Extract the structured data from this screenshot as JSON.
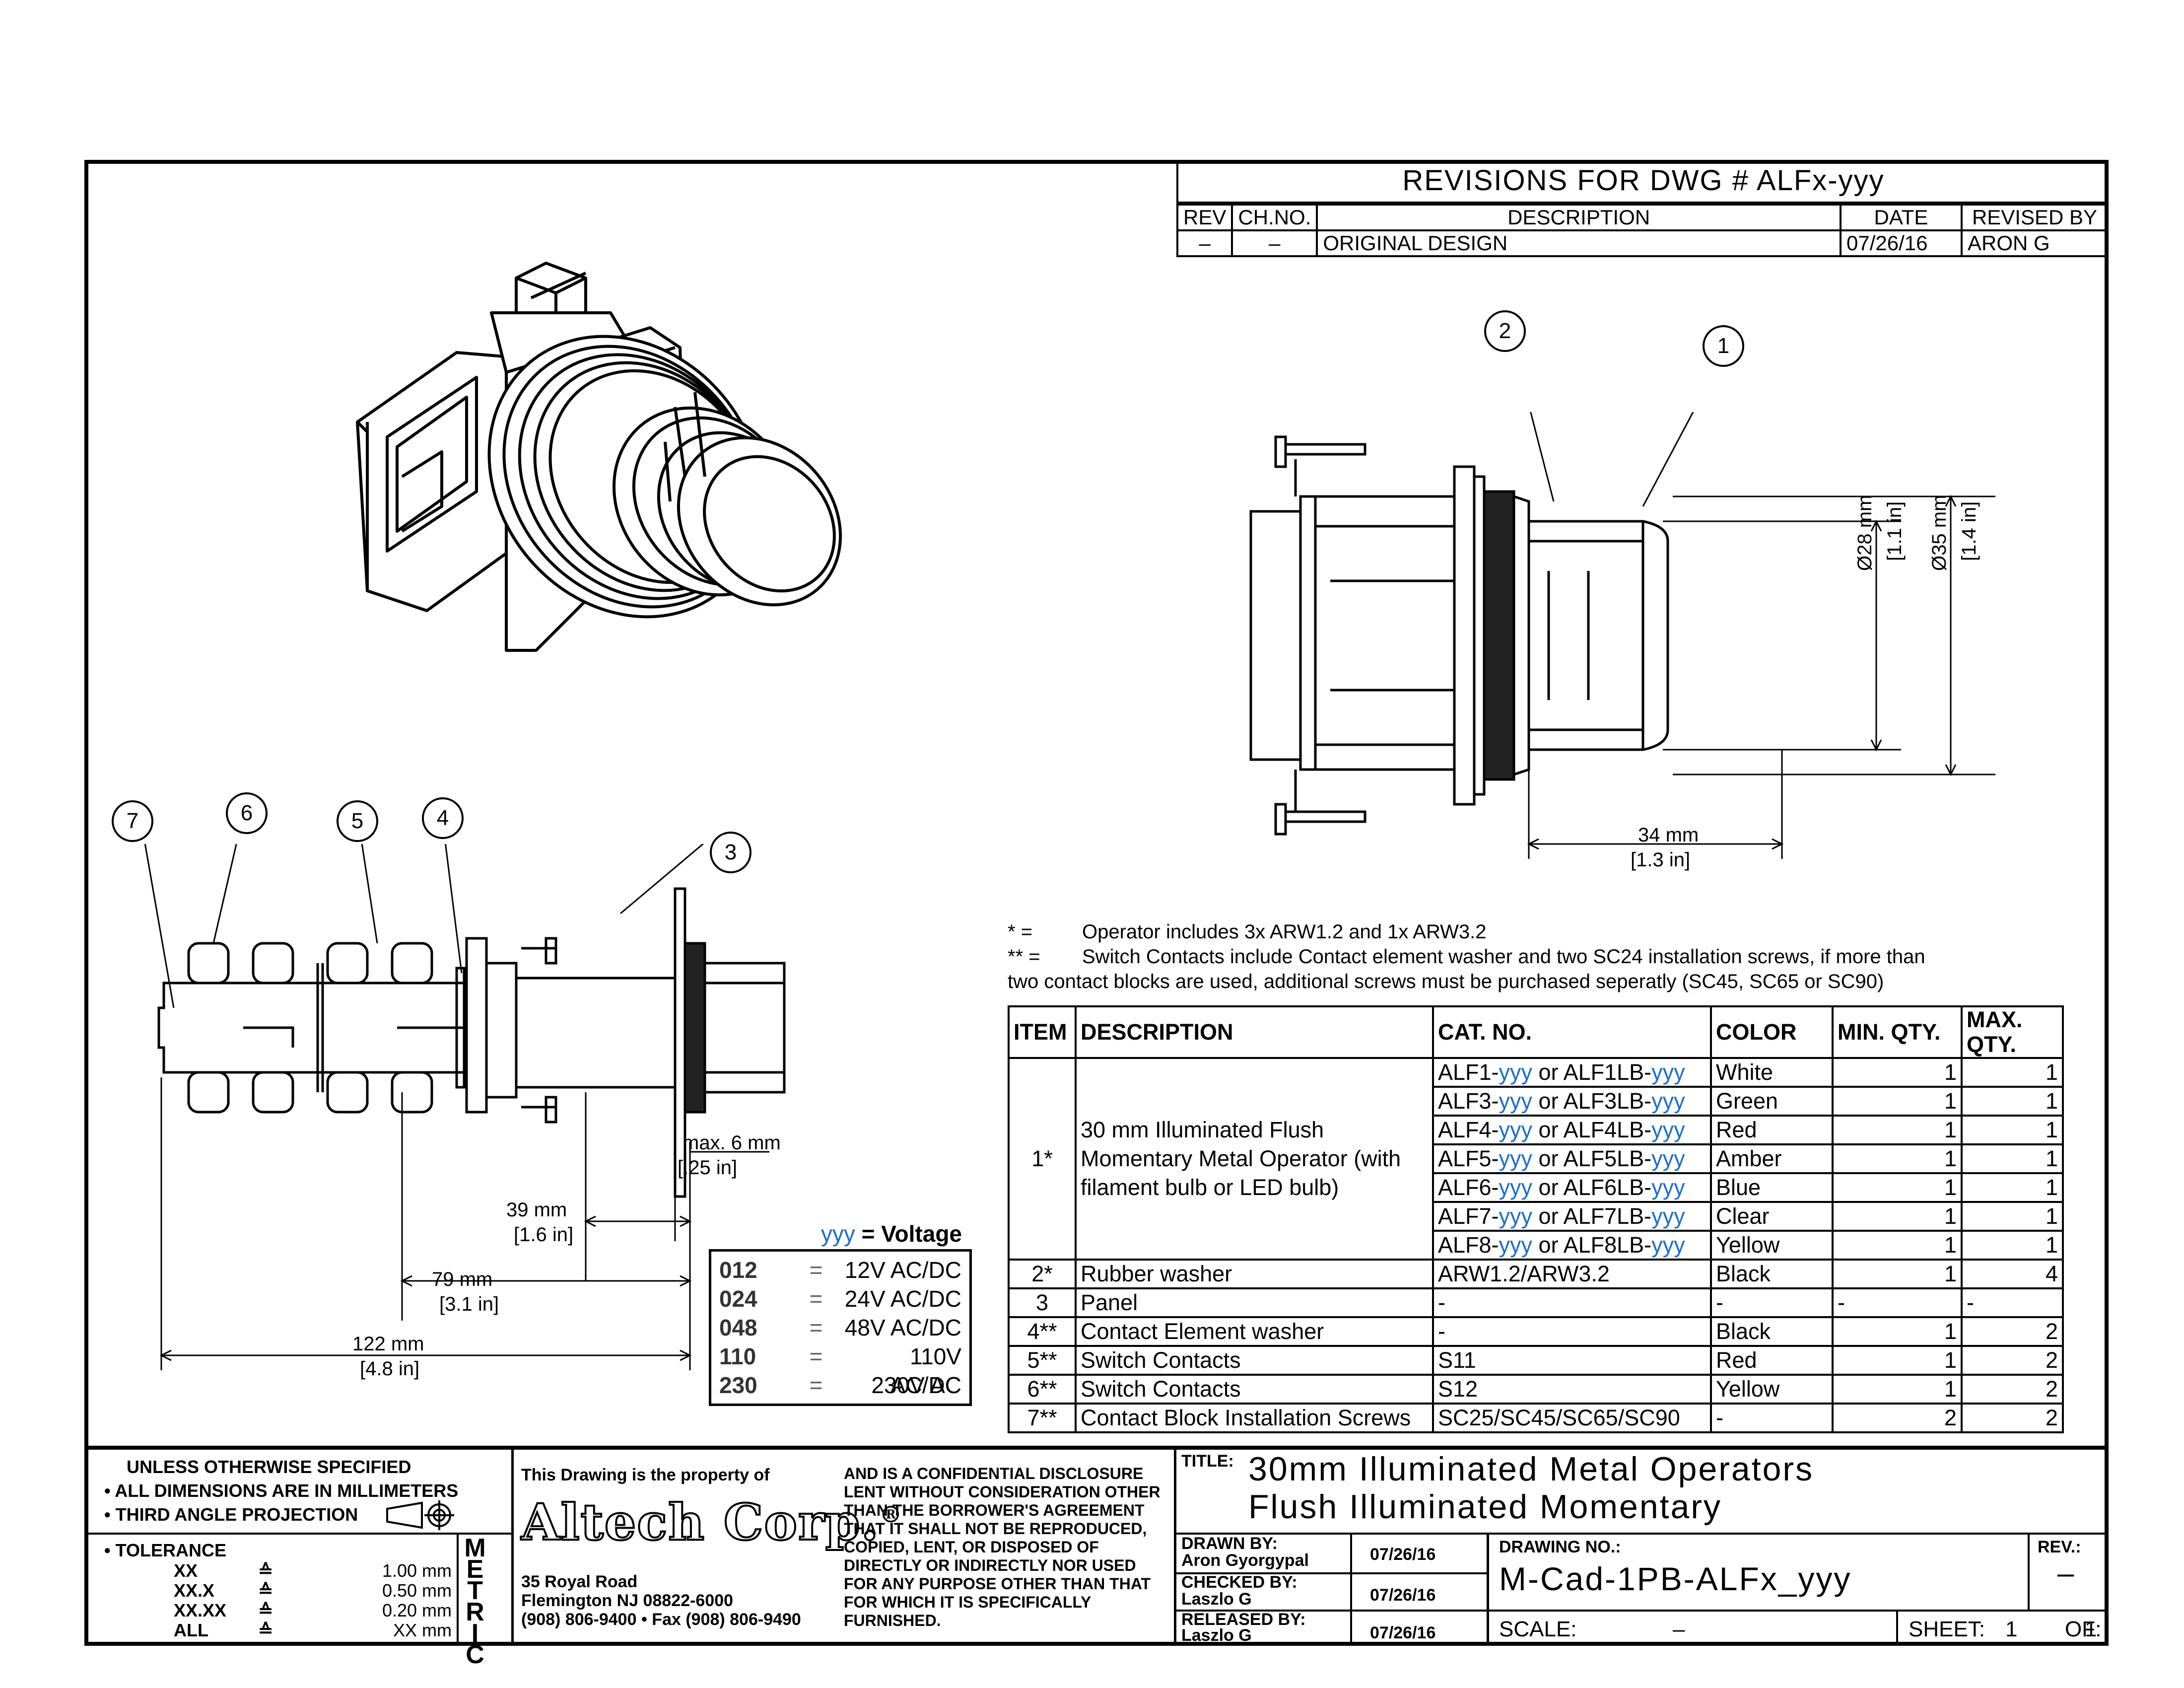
{
  "revisions": {
    "title": "REVISIONS FOR DWG # ALFx-yyy",
    "headers": [
      "REV",
      "CH.NO.",
      "DESCRIPTION",
      "DATE",
      "REVISED BY"
    ],
    "rows": [
      [
        "–",
        "–",
        "ORIGINAL DESIGN",
        "07/26/16",
        "ARON G"
      ]
    ]
  },
  "balloons": [
    "1",
    "2",
    "3",
    "4",
    "5",
    "6",
    "7"
  ],
  "dimensions": {
    "d28": "Ø28 mm",
    "d28_in": "[1.1 in]",
    "d35": "Ø35 mm",
    "d35_in": "[1.4 in]",
    "l34": "34 mm",
    "l34_in": "[1.3 in]",
    "max6": "max. 6 mm",
    "max6_in": "[.25 in]",
    "l39": "39 mm",
    "l39_in": "[1.6 in]",
    "l79": "79 mm",
    "l79_in": "[3.1 in]",
    "l122": "122 mm",
    "l122_in": "[4.8 in]"
  },
  "notes": {
    "n1_sym": "*   =",
    "n1": "Operator includes 3x ARW1.2 and 1x ARW3.2",
    "n2_sym": "** =",
    "n2": "Switch Contacts include Contact element washer and two SC24 installation screws, if more than",
    "n3": "two contact blocks are used, additional screws must be purchased seperatly (SC45, SC65 or SC90)"
  },
  "parts": {
    "headers": [
      "ITEM",
      "DESCRIPTION",
      "CAT. NO.",
      "COLOR",
      "MIN. QTY.",
      "MAX. QTY."
    ],
    "item1": {
      "item": "1*",
      "description": "30 mm Illuminated Flush Momentary Metal Operator (with filament bulb or LED bulb)",
      "variants": [
        {
          "cat": "ALF1-yyy or ALF1LB-yyy",
          "color": "White",
          "min": "1",
          "max": "1"
        },
        {
          "cat": "ALF3-yyy or ALF3LB-yyy",
          "color": "Green",
          "min": "1",
          "max": "1"
        },
        {
          "cat": "ALF4-yyy or ALF4LB-yyy",
          "color": "Red",
          "min": "1",
          "max": "1"
        },
        {
          "cat": "ALF5-yyy or ALF5LB-yyy",
          "color": "Amber",
          "min": "1",
          "max": "1"
        },
        {
          "cat": "ALF6-yyy or ALF6LB-yyy",
          "color": "Blue",
          "min": "1",
          "max": "1"
        },
        {
          "cat": "ALF7-yyy or ALF7LB-yyy",
          "color": "Clear",
          "min": "1",
          "max": "1"
        },
        {
          "cat": "ALF8-yyy or ALF8LB-yyy",
          "color": "Yellow",
          "min": "1",
          "max": "1"
        }
      ]
    },
    "rows": [
      {
        "item": "2*",
        "description": "Rubber washer",
        "cat": "ARW1.2/ARW3.2",
        "color": "Black",
        "min": "1",
        "max": "4"
      },
      {
        "item": "3",
        "description": "Panel",
        "cat": "-",
        "color": "-",
        "min": "-",
        "max": "-"
      },
      {
        "item": "4**",
        "description": "Contact Element washer",
        "cat": "-",
        "color": "Black",
        "min": "1",
        "max": "2"
      },
      {
        "item": "5**",
        "description": "Switch Contacts",
        "cat": "S11",
        "color": "Red",
        "min": "1",
        "max": "2"
      },
      {
        "item": "6**",
        "description": "Switch Contacts",
        "cat": "S12",
        "color": "Yellow",
        "min": "1",
        "max": "2"
      },
      {
        "item": "7**",
        "description": "Contact Block Installation Screws",
        "cat": "SC25/SC45/SC65/SC90",
        "color": "-",
        "min": "2",
        "max": "2"
      }
    ]
  },
  "voltage": {
    "title_var": "yyy",
    "title_rest": " = Voltage",
    "rows": [
      {
        "code": "012",
        "eq": "=",
        "value": "12V AC/DC"
      },
      {
        "code": "024",
        "eq": "=",
        "value": "24V AC/DC"
      },
      {
        "code": "048",
        "eq": "=",
        "value": "48V AC/DC"
      },
      {
        "code": "110",
        "eq": "=",
        "value": "110V AC/DC"
      },
      {
        "code": "230",
        "eq": "=",
        "value": "230V AC"
      }
    ]
  },
  "title_block": {
    "unless": "UNLESS OTHERWISE SPECIFIED",
    "dims": "• ALL DIMENSIONS ARE IN MILLIMETERS",
    "proj": "• THIRD ANGLE PROJECTION",
    "tol_label": "• TOLERANCE",
    "tolerances": [
      {
        "fmt": "XX",
        "sym": "≙",
        "val": "1.00 mm"
      },
      {
        "fmt": "XX.X",
        "sym": "≙",
        "val": "0.50 mm"
      },
      {
        "fmt": "XX.XX",
        "sym": "≙",
        "val": "0.20 mm"
      },
      {
        "fmt": "ALL",
        "sym": "≙",
        "val": "XX mm"
      }
    ],
    "metric": "METRIC",
    "property": "This Drawing is the property of",
    "company": "Altech Corp.",
    "reg": "®",
    "address1": "35 Royal Road",
    "address2": "Flemington NJ 08822-6000",
    "address3": "(908) 806-9400 • Fax (908) 806-9490",
    "confidential": [
      "AND IS A CONFIDENTIAL DISCLOSURE",
      "LENT WITHOUT CONSIDERATION OTHER",
      "THAN THE BORROWER'S AGREEMENT",
      "THAT IT SHALL NOT BE REPRODUCED,",
      "COPIED, LENT, OR DISPOSED OF",
      "DIRECTLY OR INDIRECTLY NOR USED",
      "FOR ANY PURPOSE OTHER THAN THAT",
      "FOR WHICH IT IS SPECIFICALLY",
      "FURNISHED."
    ],
    "title_label": "TITLE:",
    "title1": "30mm Illuminated Metal Operators",
    "title2": "Flush Illuminated Momentary",
    "drawn_label": "DRAWN BY:",
    "drawn_by": "Aron Gyorgypal",
    "drawn_date": "07/26/16",
    "checked_label": "CHECKED BY:",
    "checked_by": "Laszlo G",
    "checked_date": "07/26/16",
    "released_label": "RELEASED BY:",
    "released_by": "Laszlo G",
    "released_date": "07/26/16",
    "drawing_no_label": "DRAWING NO.:",
    "drawing_no": "M-Cad-1PB-ALFx_yyy",
    "rev_label": "REV.:",
    "rev": "–",
    "scale_label": "SCALE:",
    "scale": "–",
    "sheet_label": "SHEET:",
    "sheet": "1",
    "of_label": "OF:",
    "of": "1"
  }
}
